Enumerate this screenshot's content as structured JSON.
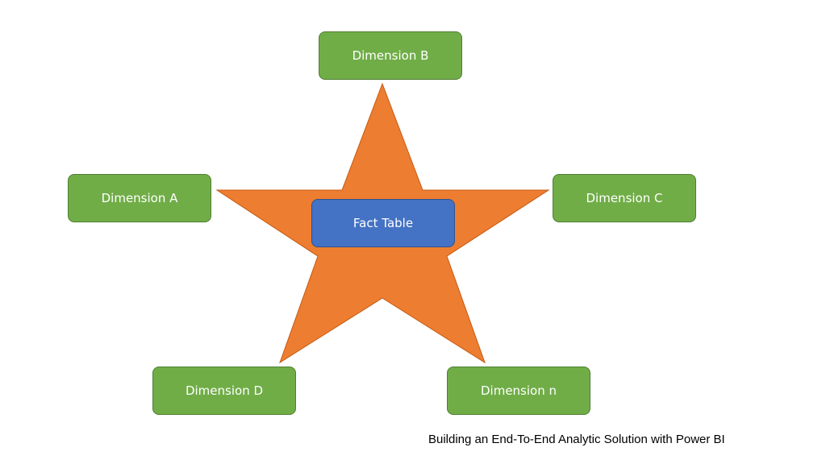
{
  "diagram": {
    "star_color": "#ed7d31",
    "dimension_color": "#70ad47",
    "fact_color": "#4472c4",
    "fact_table": {
      "label": "Fact Table"
    },
    "dimensions": [
      {
        "label": "Dimension B"
      },
      {
        "label": "Dimension A"
      },
      {
        "label": "Dimension C"
      },
      {
        "label": "Dimension D"
      },
      {
        "label": "Dimension n"
      }
    ]
  },
  "footer": {
    "caption": "Building an End-To-End Analytic Solution with Power BI"
  }
}
